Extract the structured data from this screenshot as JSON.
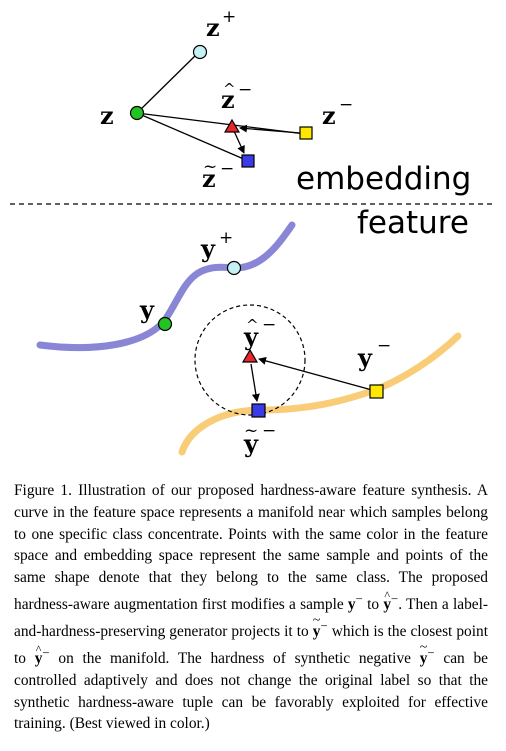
{
  "labels": {
    "z": "z",
    "z_plus": "z",
    "z_minus": "z",
    "z_hat_minus": "z",
    "z_tilde_minus": "z",
    "y": "y",
    "y_plus": "y",
    "y_minus": "y",
    "y_hat_minus": "y",
    "y_tilde_minus": "y",
    "plus_sign": "+",
    "minus_sign": "−",
    "embedding": "embedding",
    "feature": "feature"
  },
  "caption": {
    "prefix": "Figure 1. Illustration of our proposed hardness-aware feature synthesis. A curve in the feature space represents a manifold near which samples belong to one specific class concentrate. Points with the same color in the feature space and embedding space represent the same sample and points of the same shape denote that they belong to the same class. The proposed hardness-aware augmentation first modifies a sample",
    "sym_y": "y",
    "minus": "−",
    "to": "to",
    "then": ". Then a label-and-hardness-preserving generator projects it to",
    "which_is": "which is the closest point to",
    "on_manifold": "on the manifold. The hardness of synthetic negative",
    "suffix": "can be controlled adaptively and does not change the original label so that the synthetic hardness-aware tuple can be favorably exploited for effective training. (Best viewed in color.)"
  },
  "colors": {
    "anchor_green": "#22c322",
    "positive_cyan": "#c6f1f4",
    "negative_yellow": "#ffe800",
    "hat_red": "#e8262b",
    "tilde_blue": "#3a3ae8",
    "curve_purple": "#8a86d6",
    "curve_orange": "#f9cd78"
  }
}
